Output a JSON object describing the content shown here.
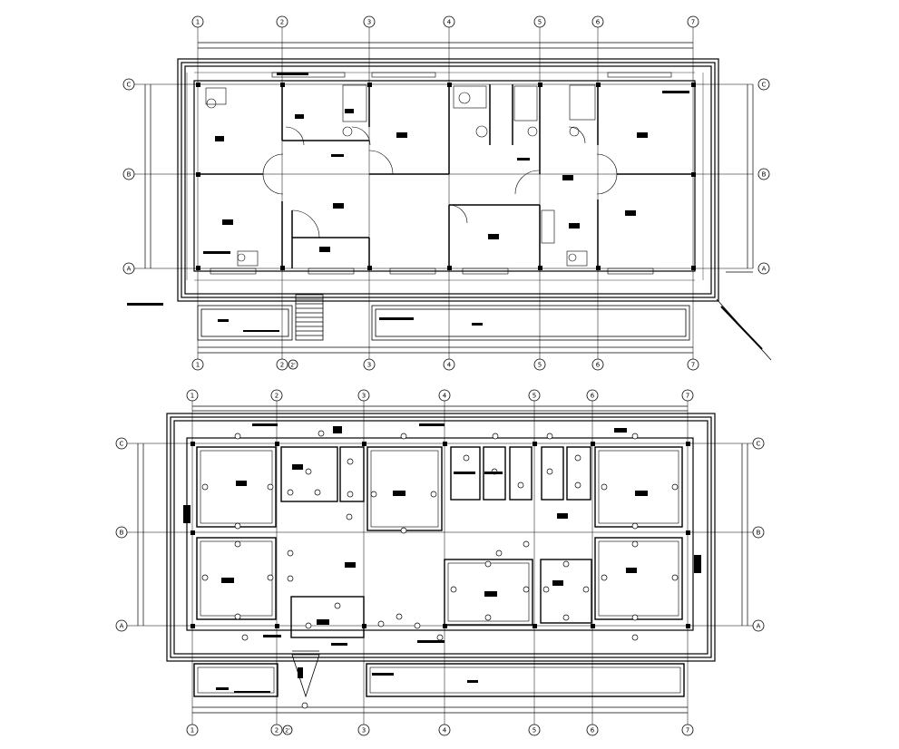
{
  "grid_axes": {
    "columns": [
      "1",
      "2",
      "3",
      "4",
      "5",
      "6",
      "7"
    ],
    "rows": [
      "C",
      "B",
      "A"
    ],
    "column_2_suffix": "2'"
  },
  "plans": [
    {
      "id": "upper-plan"
    },
    {
      "id": "lower-plan"
    }
  ],
  "colors": {
    "line": "#000000",
    "background": "#ffffff"
  },
  "icons": [
    "grid-bubble-icon",
    "wc-fixture-icon",
    "door-swing-icon",
    "stair-icon",
    "electrical-point-icon"
  ]
}
